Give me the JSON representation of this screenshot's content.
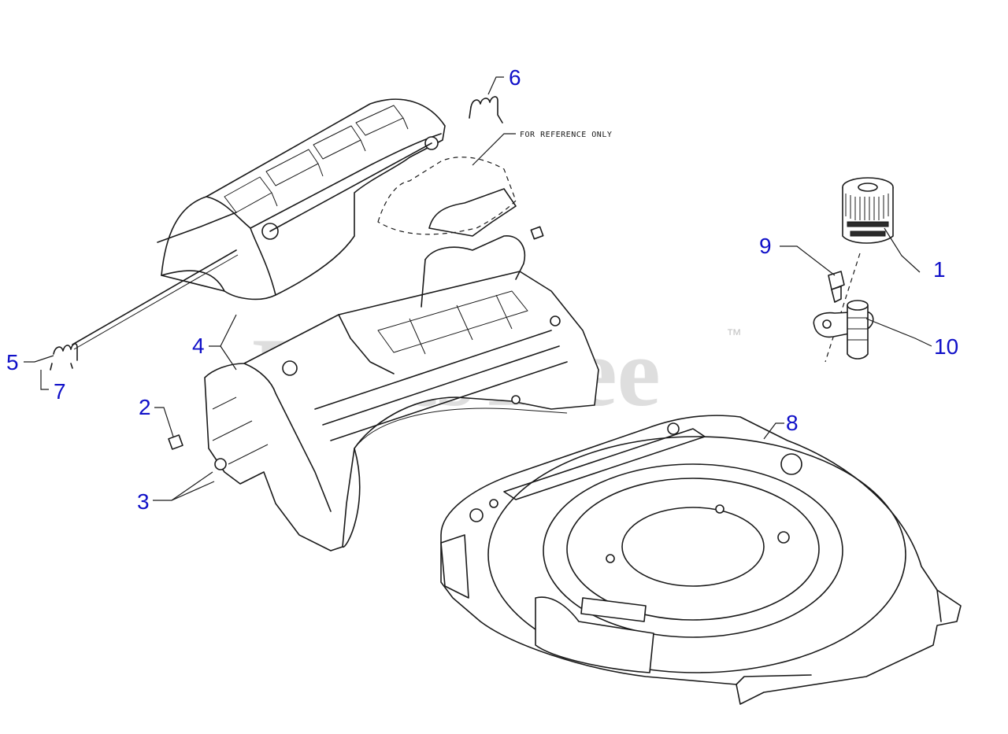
{
  "watermark": {
    "brand": "PartsTree",
    "trademark": "™"
  },
  "note": {
    "text": "FOR REFERENCE ONLY"
  },
  "callouts": [
    "1",
    "2",
    "3",
    "4",
    "5",
    "6",
    "7",
    "8",
    "9",
    "10"
  ],
  "colors": {
    "callout": "#1010c8",
    "line": "#1a1a1a",
    "watermark": "#d3d3d3",
    "background": "#ffffff"
  }
}
